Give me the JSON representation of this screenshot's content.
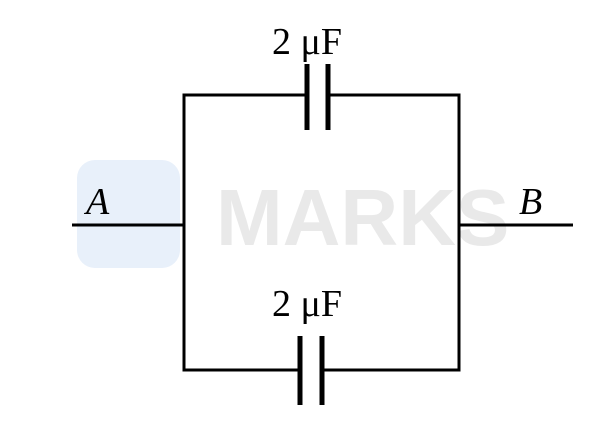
{
  "watermark": {
    "text": "MARKS"
  },
  "labels": {
    "top_capacitor": "2 μF",
    "bottom_capacitor": "2 μF",
    "terminal_a": "A",
    "terminal_b": "B"
  },
  "colors": {
    "wire": "#000000",
    "watermark_text": "#e9e9e9",
    "watermark_logo": "#e6eef9"
  }
}
